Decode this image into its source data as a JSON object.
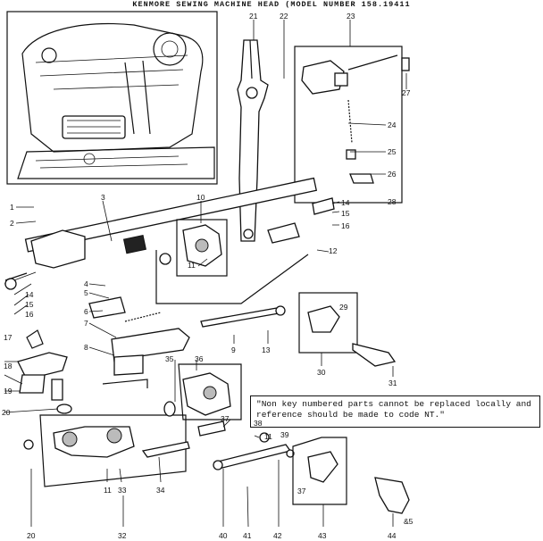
{
  "header": "KENMORE SEWING MACHINE HEAD (MODEL NUMBER 158.19411",
  "note": "\"Non key numbered parts cannot be replaced locally and reference should be made to code NT.\"",
  "corner_mark": "&5",
  "part_numbers": [
    "1",
    "2",
    "3",
    "4",
    "5",
    "6",
    "7",
    "8",
    "9",
    "10",
    "11",
    "11",
    "11",
    "12",
    "13",
    "14",
    "14",
    "15",
    "15",
    "16",
    "16",
    "17",
    "18",
    "19",
    "20",
    "20",
    "21",
    "22",
    "23",
    "24",
    "25",
    "26",
    "27",
    "28",
    "29",
    "30",
    "31",
    "32",
    "33",
    "34",
    "35",
    "36",
    "37",
    "37",
    "38",
    "39",
    "40",
    "41",
    "42",
    "43",
    "44"
  ]
}
